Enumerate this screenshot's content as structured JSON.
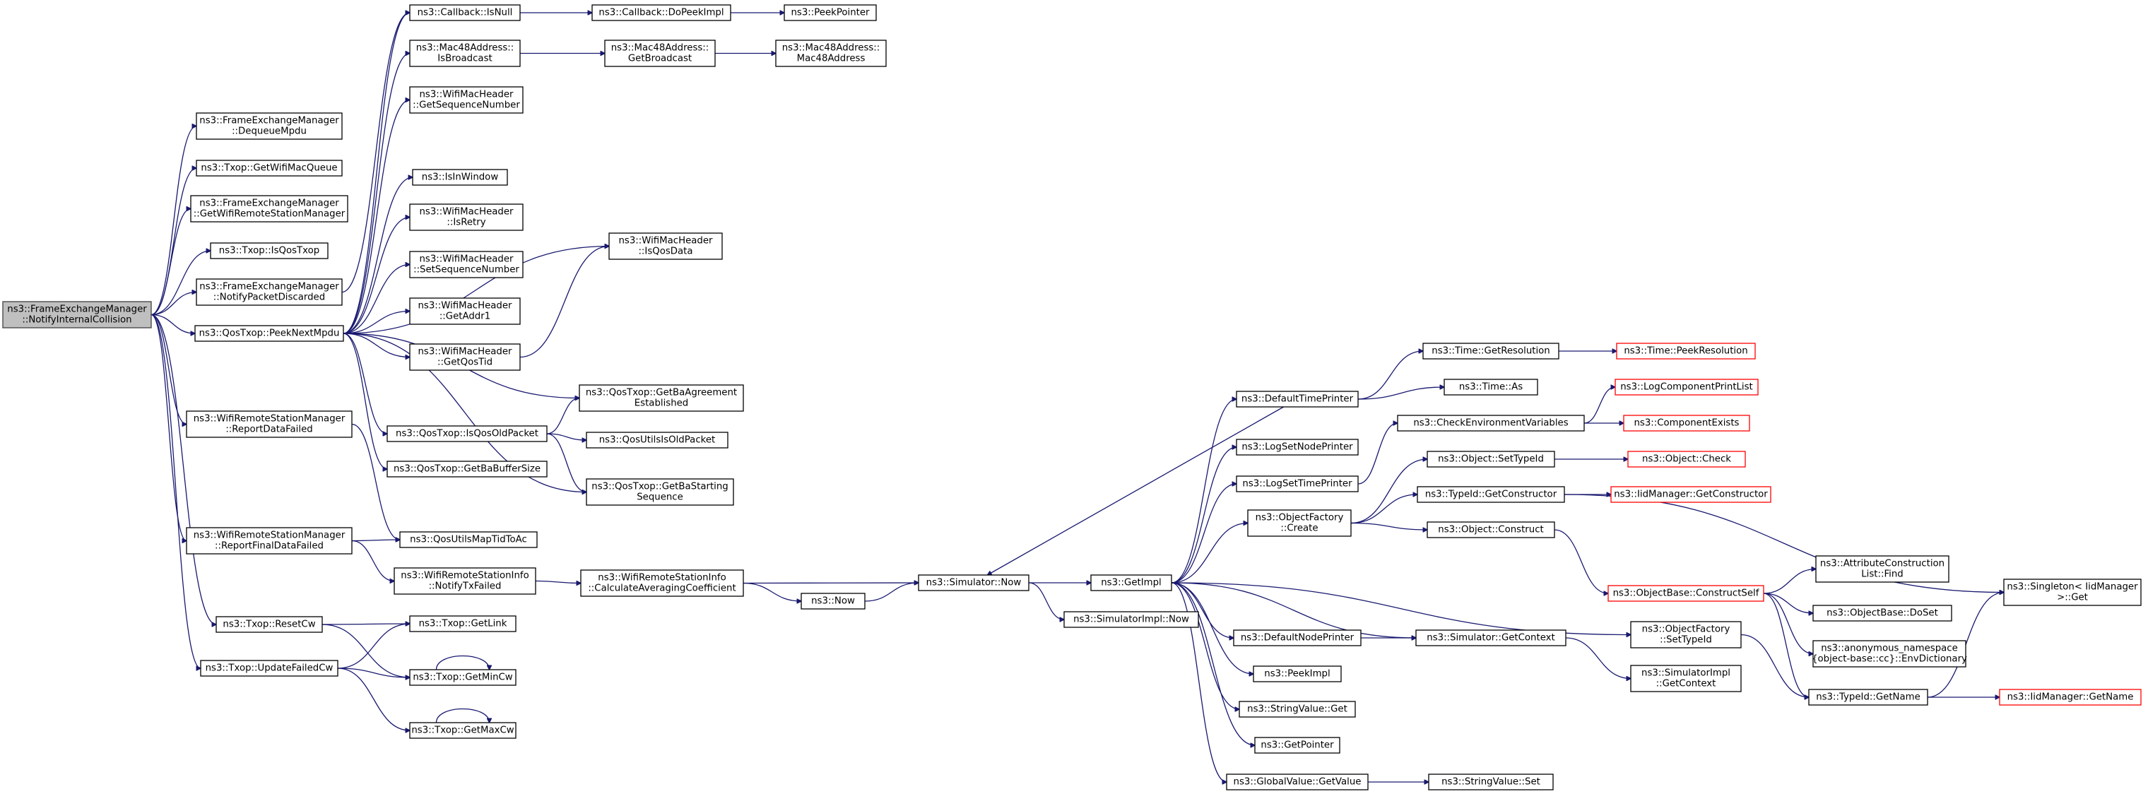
{
  "colors": {
    "edge": "#191970",
    "root_fill": "#bfbfbf",
    "external_border": "#ff0000",
    "node_border": "#000000"
  },
  "nodes": [
    {
      "id": "root",
      "lines": [
        "ns3::FrameExchangeManager",
        "::NotifyInternalCollision"
      ],
      "style": "root"
    },
    {
      "id": "fem_dequeue",
      "lines": [
        "ns3::FrameExchangeManager",
        "::DequeueMpdu"
      ],
      "style": "normal"
    },
    {
      "id": "txop_getwifimacqueue",
      "lines": [
        "ns3::Txop::GetWifiMacQueue"
      ],
      "style": "normal"
    },
    {
      "id": "fem_getrsm",
      "lines": [
        "ns3::FrameExchangeManager",
        "::GetWifiRemoteStationManager"
      ],
      "style": "normal"
    },
    {
      "id": "txop_isqostxop",
      "lines": [
        "ns3::Txop::IsQosTxop"
      ],
      "style": "normal"
    },
    {
      "id": "fem_notifydiscarded",
      "lines": [
        "ns3::FrameExchangeManager",
        "::NotifyPacketDiscarded"
      ],
      "style": "normal"
    },
    {
      "id": "qostxop_peeknextmpdu",
      "lines": [
        "ns3::QosTxop::PeekNextMpdu"
      ],
      "style": "normal"
    },
    {
      "id": "rsm_reportdatafailed",
      "lines": [
        "ns3::WifiRemoteStationManager",
        "::ReportDataFailed"
      ],
      "style": "normal"
    },
    {
      "id": "rsm_reportfinaldatafailed",
      "lines": [
        "ns3::WifiRemoteStationManager",
        "::ReportFinalDataFailed"
      ],
      "style": "normal"
    },
    {
      "id": "txop_resetcw",
      "lines": [
        "ns3::Txop::ResetCw"
      ],
      "style": "normal"
    },
    {
      "id": "txop_updatefailedcw",
      "lines": [
        "ns3::Txop::UpdateFailedCw"
      ],
      "style": "normal"
    },
    {
      "id": "callback_isnull",
      "lines": [
        "ns3::Callback::IsNull"
      ],
      "style": "normal"
    },
    {
      "id": "mac48_isbroadcast",
      "lines": [
        "ns3::Mac48Address::",
        "IsBroadcast"
      ],
      "style": "normal"
    },
    {
      "id": "hdr_getseqnum",
      "lines": [
        "ns3::WifiMacHeader",
        "::GetSequenceNumber"
      ],
      "style": "normal"
    },
    {
      "id": "isinwindow",
      "lines": [
        "ns3::IsInWindow"
      ],
      "style": "normal"
    },
    {
      "id": "hdr_isretry",
      "lines": [
        "ns3::WifiMacHeader",
        "::IsRetry"
      ],
      "style": "normal"
    },
    {
      "id": "hdr_setseqnum",
      "lines": [
        "ns3::WifiMacHeader",
        "::SetSequenceNumber"
      ],
      "style": "normal"
    },
    {
      "id": "hdr_getaddr1",
      "lines": [
        "ns3::WifiMacHeader",
        "::GetAddr1"
      ],
      "style": "normal"
    },
    {
      "id": "hdr_getqostid",
      "lines": [
        "ns3::WifiMacHeader",
        "::GetQosTid"
      ],
      "style": "normal"
    },
    {
      "id": "qostxop_isqosoldpacket",
      "lines": [
        "ns3::QosTxop::IsQosOldPacket"
      ],
      "style": "normal"
    },
    {
      "id": "qostxop_getbabuffersize",
      "lines": [
        "ns3::QosTxop::GetBaBufferSize"
      ],
      "style": "normal"
    },
    {
      "id": "qosutils_maptidtoac",
      "lines": [
        "ns3::QosUtilsMapTidToAc"
      ],
      "style": "normal"
    },
    {
      "id": "rsi_notifytxfailed",
      "lines": [
        "ns3::WifiRemoteStationInfo",
        "::NotifyTxFailed"
      ],
      "style": "normal"
    },
    {
      "id": "txop_getlink",
      "lines": [
        "ns3::Txop::GetLink"
      ],
      "style": "normal"
    },
    {
      "id": "txop_getmincw",
      "lines": [
        "ns3::Txop::GetMinCw"
      ],
      "style": "normal"
    },
    {
      "id": "txop_getmaxcw",
      "lines": [
        "ns3::Txop::GetMaxCw"
      ],
      "style": "normal"
    },
    {
      "id": "callback_dopeekimpl",
      "lines": [
        "ns3::Callback::DoPeekImpl"
      ],
      "style": "normal"
    },
    {
      "id": "peekpointer",
      "lines": [
        "ns3::PeekPointer"
      ],
      "style": "normal"
    },
    {
      "id": "mac48_getbroadcast",
      "lines": [
        "ns3::Mac48Address::",
        "GetBroadcast"
      ],
      "style": "normal"
    },
    {
      "id": "mac48_ctor",
      "lines": [
        "ns3::Mac48Address::",
        "Mac48Address"
      ],
      "style": "normal"
    },
    {
      "id": "hdr_isqosdata",
      "lines": [
        "ns3::WifiMacHeader",
        "::IsQosData"
      ],
      "style": "normal"
    },
    {
      "id": "qostxop_getbaagreement",
      "lines": [
        "ns3::QosTxop::GetBaAgreement",
        "Established"
      ],
      "style": "normal"
    },
    {
      "id": "qosutilsisoldpacket",
      "lines": [
        "ns3::QosUtilsIsOldPacket"
      ],
      "style": "normal"
    },
    {
      "id": "qostxop_getbastartingseq",
      "lines": [
        "ns3::QosTxop::GetBaStarting",
        "Sequence"
      ],
      "style": "normal"
    },
    {
      "id": "rsi_calcavgcoef",
      "lines": [
        "ns3::WifiRemoteStationInfo",
        "::CalculateAveragingCoefficient"
      ],
      "style": "normal"
    },
    {
      "id": "ns3_now",
      "lines": [
        "ns3::Now"
      ],
      "style": "normal"
    },
    {
      "id": "simulator_now",
      "lines": [
        "ns3::Simulator::Now"
      ],
      "style": "normal"
    },
    {
      "id": "getimpl",
      "lines": [
        "ns3::GetImpl"
      ],
      "style": "normal"
    },
    {
      "id": "simulatorimpl_now",
      "lines": [
        "ns3::SimulatorImpl::Now"
      ],
      "style": "normal"
    },
    {
      "id": "defaulttimeprinter",
      "lines": [
        "ns3::DefaultTimePrinter"
      ],
      "style": "normal"
    },
    {
      "id": "logsetnodeprinter",
      "lines": [
        "ns3::LogSetNodePrinter"
      ],
      "style": "normal"
    },
    {
      "id": "logsettimeprinter",
      "lines": [
        "ns3::LogSetTimePrinter"
      ],
      "style": "normal"
    },
    {
      "id": "objectfactory_create",
      "lines": [
        "ns3::ObjectFactory",
        "::Create"
      ],
      "style": "normal"
    },
    {
      "id": "defaultnodeprinter",
      "lines": [
        "ns3::DefaultNodePrinter"
      ],
      "style": "normal"
    },
    {
      "id": "peekimpl",
      "lines": [
        "ns3::PeekImpl"
      ],
      "style": "normal"
    },
    {
      "id": "stringvalue_get",
      "lines": [
        "ns3::StringValue::Get"
      ],
      "style": "normal"
    },
    {
      "id": "getpointer",
      "lines": [
        "ns3::GetPointer"
      ],
      "style": "normal"
    },
    {
      "id": "globalvalue_getvalue",
      "lines": [
        "ns3::GlobalValue::GetValue"
      ],
      "style": "normal"
    },
    {
      "id": "time_getresolution",
      "lines": [
        "ns3::Time::GetResolution"
      ],
      "style": "normal"
    },
    {
      "id": "time_as",
      "lines": [
        "ns3::Time::As"
      ],
      "style": "normal"
    },
    {
      "id": "checkenvvars",
      "lines": [
        "ns3::CheckEnvironmentVariables"
      ],
      "style": "normal"
    },
    {
      "id": "object_settypeid",
      "lines": [
        "ns3::Object::SetTypeId"
      ],
      "style": "normal"
    },
    {
      "id": "typeid_getconstructor",
      "lines": [
        "ns3::TypeId::GetConstructor"
      ],
      "style": "normal"
    },
    {
      "id": "object_construct",
      "lines": [
        "ns3::Object::Construct"
      ],
      "style": "normal"
    },
    {
      "id": "simulator_getcontext",
      "lines": [
        "ns3::Simulator::GetContext"
      ],
      "style": "normal"
    },
    {
      "id": "stringvalue_set",
      "lines": [
        "ns3::StringValue::Set"
      ],
      "style": "normal"
    },
    {
      "id": "objectfactory_settypeid",
      "lines": [
        "ns3::ObjectFactory",
        "::SetTypeId"
      ],
      "style": "normal"
    },
    {
      "id": "simulatorimpl_getcontext",
      "lines": [
        "ns3::SimulatorImpl",
        "::GetContext"
      ],
      "style": "normal"
    },
    {
      "id": "time_peekresolution",
      "lines": [
        "ns3::Time::PeekResolution"
      ],
      "style": "external"
    },
    {
      "id": "logcomponentprintlist",
      "lines": [
        "ns3::LogComponentPrintList"
      ],
      "style": "external"
    },
    {
      "id": "componentexists",
      "lines": [
        "ns3::ComponentExists"
      ],
      "style": "external"
    },
    {
      "id": "object_check",
      "lines": [
        "ns3::Object::Check"
      ],
      "style": "external"
    },
    {
      "id": "iidmanager_getconstructor",
      "lines": [
        "ns3::IidManager::GetConstructor"
      ],
      "style": "external"
    },
    {
      "id": "objectbase_constructself",
      "lines": [
        "ns3::ObjectBase::ConstructSelf"
      ],
      "style": "external"
    },
    {
      "id": "attrconstructionlist_find",
      "lines": [
        "ns3::AttributeConstruction",
        "List::Find"
      ],
      "style": "normal"
    },
    {
      "id": "objectbase_doset",
      "lines": [
        "ns3::ObjectBase::DoSet"
      ],
      "style": "normal"
    },
    {
      "id": "anon_envdictionary",
      "lines": [
        "ns3::anonymous_namespace",
        "{object-base::cc}::EnvDictionary"
      ],
      "style": "normal"
    },
    {
      "id": "typeid_getname",
      "lines": [
        "ns3::TypeId::GetName"
      ],
      "style": "normal"
    },
    {
      "id": "singleton_iidmanager_get",
      "lines": [
        "ns3::Singleton< IidManager",
        " >::Get"
      ],
      "style": "normal"
    },
    {
      "id": "iidmanager_getname",
      "lines": [
        "ns3::IidManager::GetName"
      ],
      "style": "external"
    }
  ],
  "edges": [
    [
      "root",
      "fem_dequeue"
    ],
    [
      "root",
      "txop_getwifimacqueue"
    ],
    [
      "root",
      "fem_getrsm"
    ],
    [
      "root",
      "txop_isqostxop"
    ],
    [
      "root",
      "fem_notifydiscarded"
    ],
    [
      "root",
      "qostxop_peeknextmpdu"
    ],
    [
      "root",
      "rsm_reportdatafailed"
    ],
    [
      "root",
      "rsm_reportfinaldatafailed"
    ],
    [
      "root",
      "txop_resetcw"
    ],
    [
      "root",
      "txop_updatefailedcw"
    ],
    [
      "fem_notifydiscarded",
      "callback_isnull"
    ],
    [
      "qostxop_peeknextmpdu",
      "callback_isnull"
    ],
    [
      "qostxop_peeknextmpdu",
      "mac48_isbroadcast"
    ],
    [
      "qostxop_peeknextmpdu",
      "hdr_getseqnum"
    ],
    [
      "qostxop_peeknextmpdu",
      "isinwindow"
    ],
    [
      "qostxop_peeknextmpdu",
      "hdr_isretry"
    ],
    [
      "qostxop_peeknextmpdu",
      "hdr_setseqnum"
    ],
    [
      "qostxop_peeknextmpdu",
      "hdr_getaddr1"
    ],
    [
      "qostxop_peeknextmpdu",
      "hdr_getqostid"
    ],
    [
      "qostxop_peeknextmpdu",
      "hdr_isqosdata"
    ],
    [
      "qostxop_peeknextmpdu",
      "qostxop_getbaagreement"
    ],
    [
      "qostxop_peeknextmpdu",
      "qostxop_isqosoldpacket"
    ],
    [
      "qostxop_peeknextmpdu",
      "qostxop_getbabuffersize"
    ],
    [
      "qostxop_peeknextmpdu",
      "qostxop_getbastartingseq"
    ],
    [
      "callback_isnull",
      "callback_dopeekimpl"
    ],
    [
      "callback_dopeekimpl",
      "peekpointer"
    ],
    [
      "mac48_isbroadcast",
      "mac48_getbroadcast"
    ],
    [
      "mac48_getbroadcast",
      "mac48_ctor"
    ],
    [
      "hdr_getqostid",
      "hdr_isqosdata"
    ],
    [
      "qostxop_isqosoldpacket",
      "qostxop_getbaagreement"
    ],
    [
      "qostxop_isqosoldpacket",
      "qosutilsisoldpacket"
    ],
    [
      "qostxop_isqosoldpacket",
      "qostxop_getbastartingseq"
    ],
    [
      "rsm_reportdatafailed",
      "qosutils_maptidtoac"
    ],
    [
      "rsm_reportfinaldatafailed",
      "qosutils_maptidtoac"
    ],
    [
      "rsm_reportfinaldatafailed",
      "rsi_notifytxfailed"
    ],
    [
      "rsi_notifytxfailed",
      "rsi_calcavgcoef"
    ],
    [
      "rsi_calcavgcoef",
      "simulator_now"
    ],
    [
      "rsi_calcavgcoef",
      "ns3_now"
    ],
    [
      "ns3_now",
      "simulator_now"
    ],
    [
      "txop_resetcw",
      "txop_getlink"
    ],
    [
      "txop_resetcw",
      "txop_getmincw"
    ],
    [
      "txop_updatefailedcw",
      "txop_getlink"
    ],
    [
      "txop_updatefailedcw",
      "txop_getmincw"
    ],
    [
      "txop_updatefailedcw",
      "txop_getmaxcw"
    ],
    [
      "txop_getmincw",
      "txop_getmincw"
    ],
    [
      "txop_getmaxcw",
      "txop_getmaxcw"
    ],
    [
      "simulator_now",
      "getimpl"
    ],
    [
      "simulator_now",
      "simulatorimpl_now"
    ],
    [
      "getimpl",
      "defaulttimeprinter"
    ],
    [
      "getimpl",
      "logsetnodeprinter"
    ],
    [
      "getimpl",
      "logsettimeprinter"
    ],
    [
      "getimpl",
      "objectfactory_create"
    ],
    [
      "getimpl",
      "defaultnodeprinter"
    ],
    [
      "getimpl",
      "peekimpl"
    ],
    [
      "getimpl",
      "stringvalue_get"
    ],
    [
      "getimpl",
      "getpointer"
    ],
    [
      "getimpl",
      "globalvalue_getvalue"
    ],
    [
      "getimpl",
      "simulator_getcontext"
    ],
    [
      "getimpl",
      "objectfactory_settypeid"
    ],
    [
      "defaulttimeprinter",
      "simulator_now"
    ],
    [
      "defaulttimeprinter",
      "time_getresolution"
    ],
    [
      "defaulttimeprinter",
      "time_as"
    ],
    [
      "time_getresolution",
      "time_peekresolution"
    ],
    [
      "logsettimeprinter",
      "checkenvvars"
    ],
    [
      "checkenvvars",
      "logcomponentprintlist"
    ],
    [
      "checkenvvars",
      "componentexists"
    ],
    [
      "objectfactory_create",
      "object_settypeid"
    ],
    [
      "objectfactory_create",
      "typeid_getconstructor"
    ],
    [
      "objectfactory_create",
      "object_construct"
    ],
    [
      "object_settypeid",
      "object_check"
    ],
    [
      "typeid_getconstructor",
      "iidmanager_getconstructor"
    ],
    [
      "typeid_getconstructor",
      "singleton_iidmanager_get"
    ],
    [
      "object_construct",
      "objectbase_constructself"
    ],
    [
      "objectbase_constructself",
      "attrconstructionlist_find"
    ],
    [
      "objectbase_constructself",
      "objectbase_doset"
    ],
    [
      "objectbase_constructself",
      "anon_envdictionary"
    ],
    [
      "objectbase_constructself",
      "typeid_getname"
    ],
    [
      "defaultnodeprinter",
      "simulator_getcontext"
    ],
    [
      "simulator_getcontext",
      "simulatorimpl_getcontext"
    ],
    [
      "globalvalue_getvalue",
      "stringvalue_set"
    ],
    [
      "objectfactory_settypeid",
      "typeid_getname"
    ],
    [
      "typeid_getname",
      "singleton_iidmanager_get"
    ],
    [
      "typeid_getname",
      "iidmanager_getname"
    ]
  ]
}
